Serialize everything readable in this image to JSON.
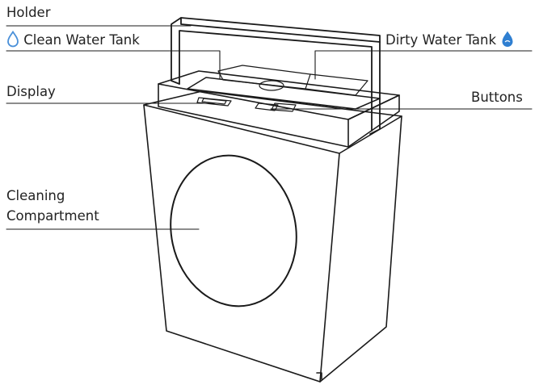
{
  "labels": {
    "holder": "Holder",
    "clean_water_tank": "Clean Water Tank",
    "dirty_water_tank": "Dirty Water Tank",
    "display": "Display",
    "buttons": "Buttons",
    "cleaning_compartment_line1": "Cleaning",
    "cleaning_compartment_line2": "Compartment"
  },
  "icons": {
    "clean_tank_icon": "water-drop-outline-icon",
    "dirty_tank_icon": "water-drop-filled-icon"
  },
  "colors": {
    "line": "#1a1a1a",
    "label_text": "#222222",
    "clean_drop": "#4a90d9",
    "dirty_drop": "#2f7fd1"
  }
}
